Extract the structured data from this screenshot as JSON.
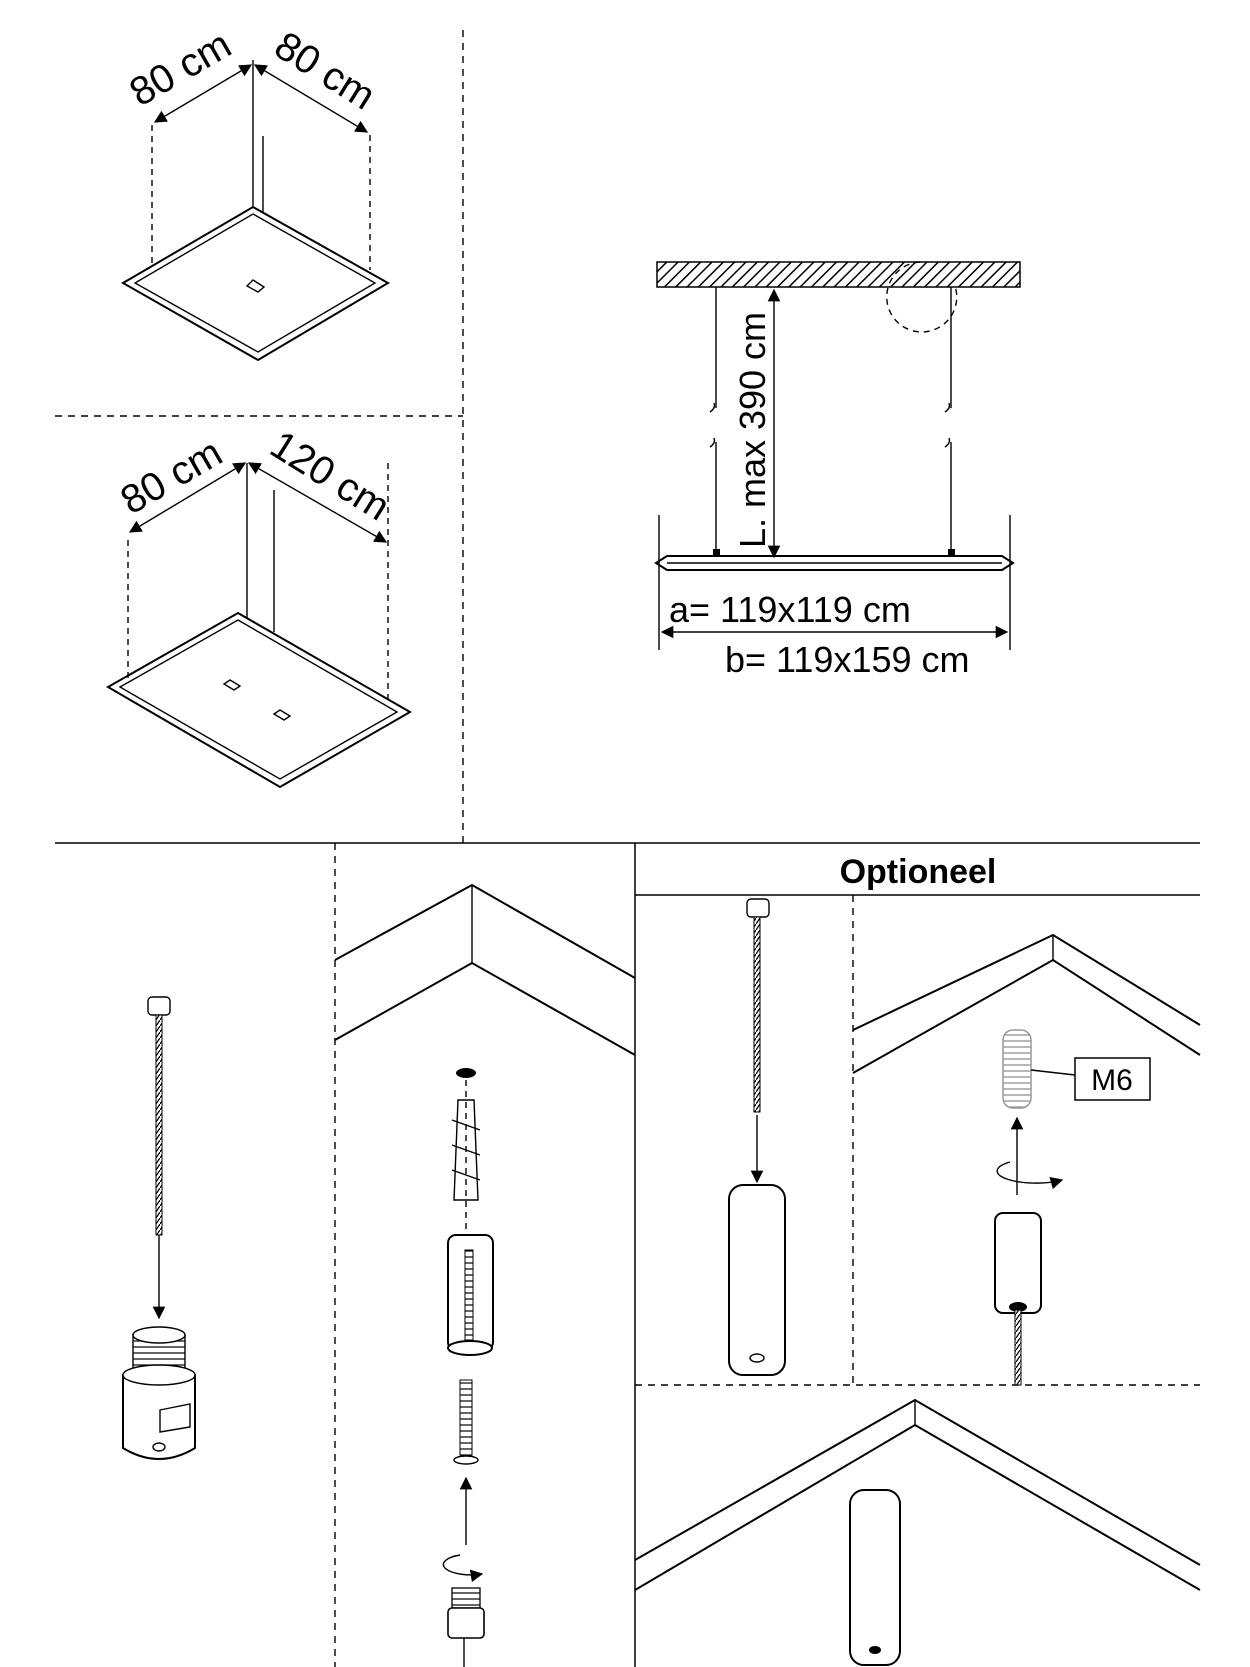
{
  "square_panel": {
    "dim_left": "80 cm",
    "dim_right": "80 cm"
  },
  "rect_panel": {
    "dim_left": "80 cm",
    "dim_right": "120 cm"
  },
  "side_view": {
    "cable_length": "L. max 390 cm",
    "size_a": "a= 119x119 cm",
    "size_b": "b= 119x159 cm"
  },
  "optional": {
    "title": "Optioneel",
    "thread_label": "M6"
  }
}
